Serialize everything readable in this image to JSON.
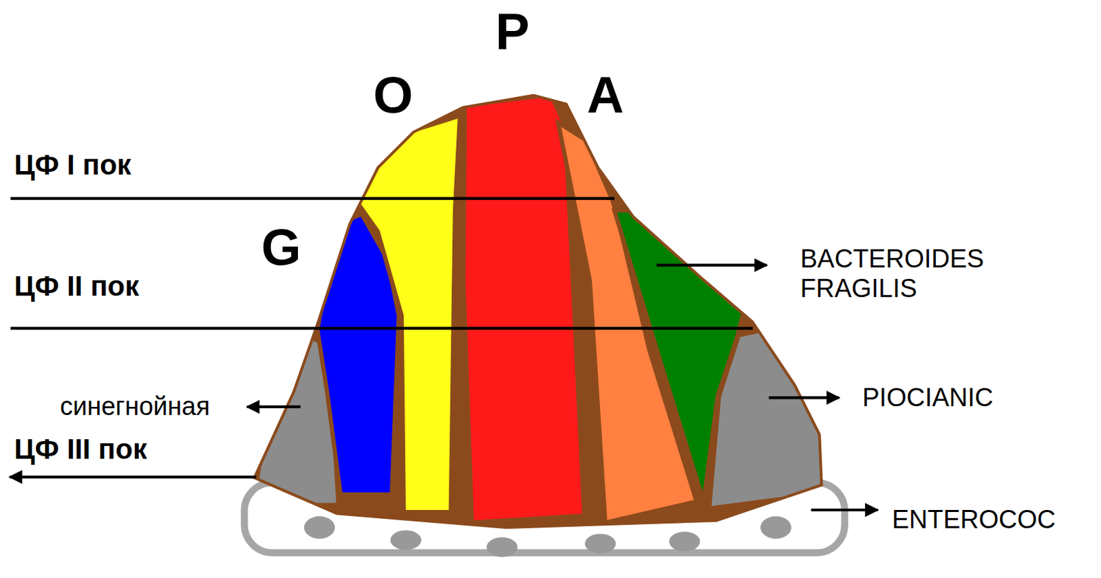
{
  "diagram": {
    "labels": [
      "P",
      "O",
      "A",
      "ЦФ I пок",
      "G",
      "ЦФ II пок",
      "BACTEROIDES FRAGILIS",
      "синегнойная",
      "PIOCIANIC",
      "ЦФ III пок",
      "ENTEROCOC"
    ]
  }
}
